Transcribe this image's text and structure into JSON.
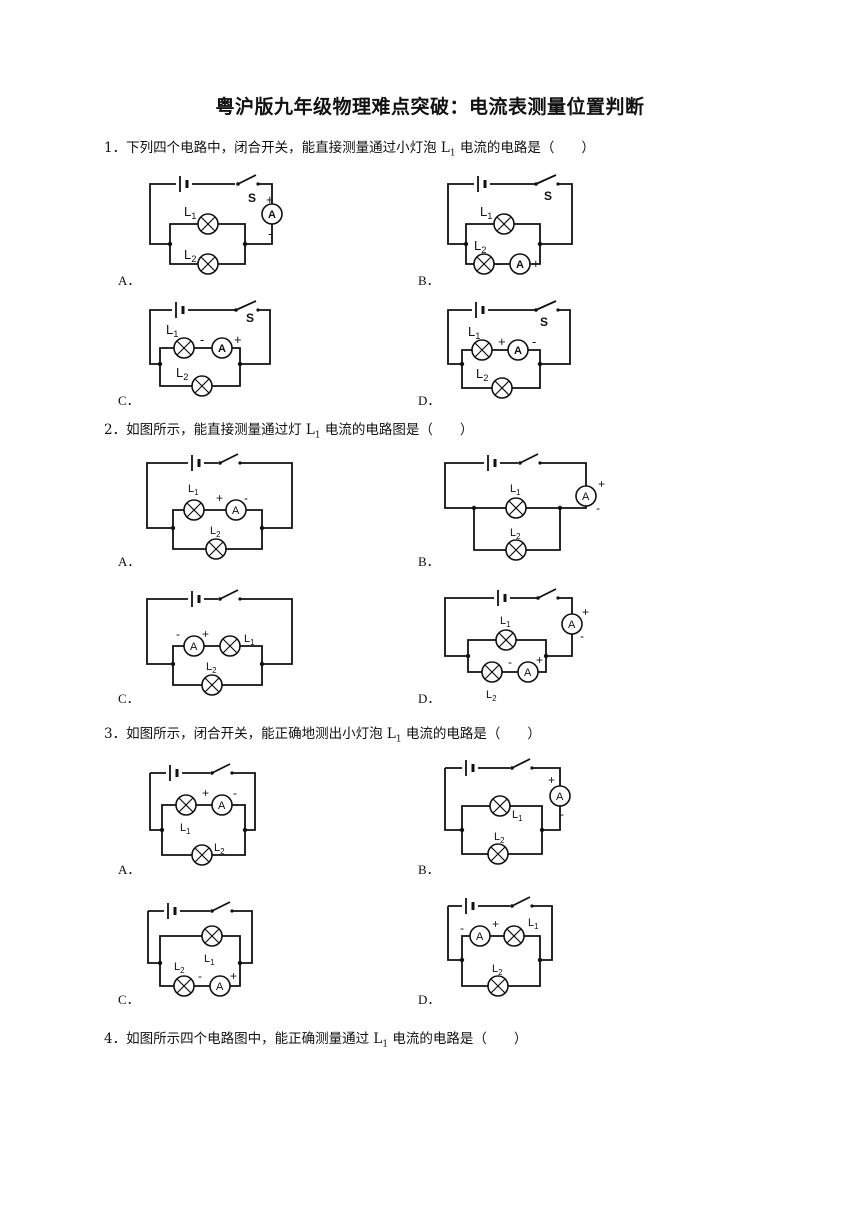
{
  "title": "粤沪版九年级物理难点突破：电流表测量位置判断",
  "questions": [
    {
      "num": "1．",
      "text_before": "下列四个电路中，闭合开关，能直接测量通过小灯泡 L",
      "sub": "1",
      "text_after": " 电流的电路是（　　）",
      "options": [
        "A．",
        "B．",
        "C．",
        "D．"
      ]
    },
    {
      "num": "2．",
      "text_before": "如图所示，能直接测量通过灯 L",
      "sub": "1",
      "text_after": " 电流的电路图是（　　）",
      "options": [
        "A．",
        "B．",
        "C．",
        "D．"
      ]
    },
    {
      "num": "3．",
      "text_before": "如图所示，闭合开关，能正确地测出小灯泡 L",
      "sub": "1",
      "text_after": " 电流的电路是（　　）",
      "options": [
        "A．",
        "B．",
        "C．",
        "D．"
      ]
    },
    {
      "num": "4．",
      "text_before": "如图所示四个电路图中，能正确测量通过 L",
      "sub": "1",
      "text_after": " 电流的电路是（　　）"
    }
  ],
  "circuit_labels": {
    "switch": "S",
    "ammeter": "A",
    "plus": "+",
    "minus": "-",
    "lamp1": "L",
    "lamp2": "L",
    "sub1": "1",
    "sub2": "2"
  }
}
